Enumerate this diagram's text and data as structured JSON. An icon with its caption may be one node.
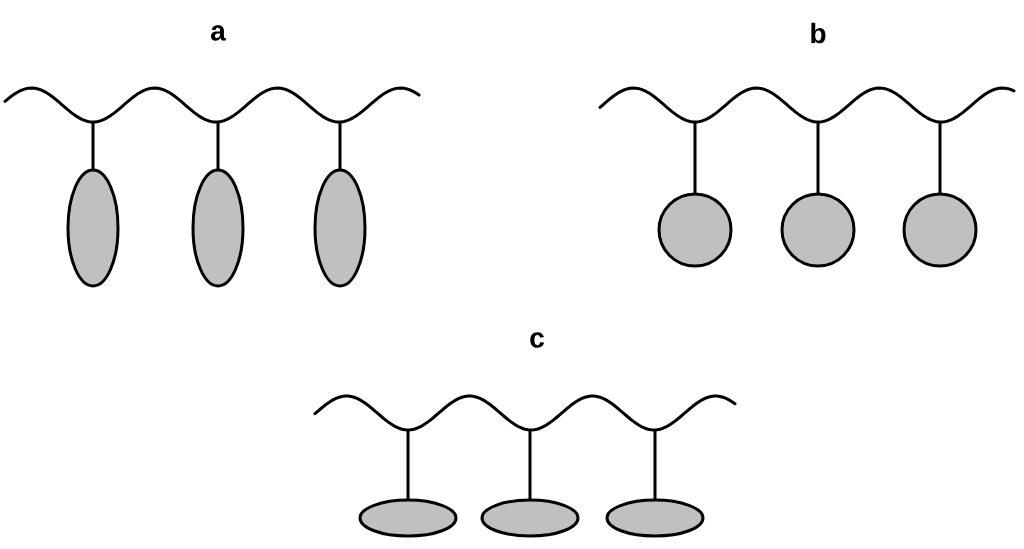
{
  "diagram": {
    "nodes": [
      {
        "text": [],
        "shape": "wave"
      },
      {
        "text": [],
        "shape": "ellipse"
      },
      {
        "text": [],
        "shape": "ellipse"
      },
      {
        "text": [],
        "shape": "ellipse"
      },
      {
        "text": [],
        "shape": "wave"
      },
      {
        "text": [],
        "shape": "circle"
      },
      {
        "text": [],
        "shape": "circle"
      },
      {
        "text": [],
        "shape": "circle"
      },
      {
        "text": [],
        "shape": "wave"
      },
      {
        "text": [],
        "shape": "ellipse"
      },
      {
        "text": [],
        "shape": "ellipse"
      },
      {
        "text": [],
        "shape": "ellipse"
      }
    ],
    "edges": [
      {
        "from": 0,
        "to": 1,
        "arrow": "none"
      },
      {
        "from": 0,
        "to": 2,
        "arrow": "none"
      },
      {
        "from": 0,
        "to": 3,
        "arrow": "none"
      },
      {
        "from": 4,
        "to": 5,
        "arrow": "none"
      },
      {
        "from": 4,
        "to": 6,
        "arrow": "none"
      },
      {
        "from": 4,
        "to": 7,
        "arrow": "none"
      },
      {
        "from": 8,
        "to": 9,
        "arrow": "none"
      },
      {
        "from": 8,
        "to": 10,
        "arrow": "none"
      },
      {
        "from": 8,
        "to": 11,
        "arrow": "none"
      }
    ],
    "labels": [
      "a",
      "b",
      "c"
    ]
  }
}
